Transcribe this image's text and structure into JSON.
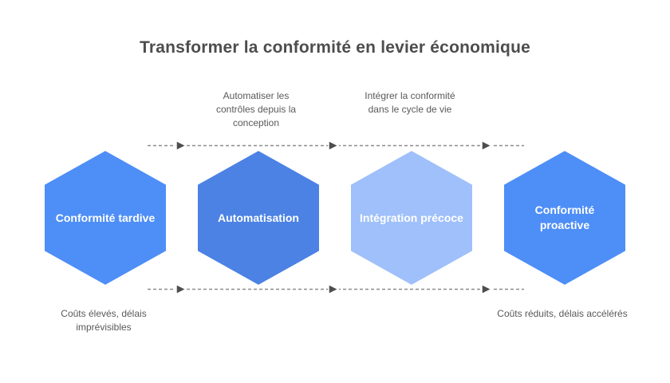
{
  "title": "Transformer la conformité en levier économique",
  "stages": [
    {
      "label": "Conformité tardive",
      "color": "#4E8EF7"
    },
    {
      "label": "Automatisation",
      "color": "#4B82E4"
    },
    {
      "label": "Intégration précoce",
      "color": "#9FC0FA"
    },
    {
      "label": "Conformité proactive",
      "color": "#4E8EF7"
    }
  ],
  "transition_labels": [
    "Automatiser les contrôles depuis la conception",
    "Intégrer la conformité dans le cycle de vie"
  ],
  "outcome_labels": {
    "left": "Coûts élevés, délais imprévisibles",
    "right": "Coûts réduits, délais accélérés"
  },
  "colors": {
    "background": "#FFFFFF",
    "title_text": "#4D4D4D",
    "annotation_text": "#595959",
    "stage_label_text": "#FFFFFF",
    "dashed_line": "#8C8C8C",
    "arrowhead": "#4D4D4D",
    "hexagon_border": "#FFFFFF"
  }
}
